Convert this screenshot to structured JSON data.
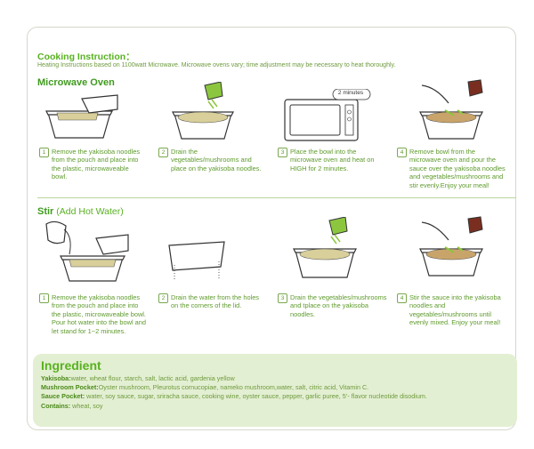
{
  "cooking": {
    "heading": "Cooking Instruction：",
    "subheading": "Heating Instructions based on 1100watt Microwave. Microwave ovens vary; time adjustment may be necessary to heat thoroughly."
  },
  "microwave": {
    "title": "Microwave Oven",
    "timer_label": "2 minutes",
    "steps": [
      {
        "num": "1",
        "text": "Remove the yakisoba noodles from the pouch and place into the plastic, microwaveable bowl."
      },
      {
        "num": "2",
        "text": "Drain the vegetables/mushrooms and place on the yakisoba noodles."
      },
      {
        "num": "3",
        "text": "Place the bowl into the microwave oven and heat on HIGH for 2 minutes."
      },
      {
        "num": "4",
        "text": "Remove bowl from the microwave oven and pour the sauce over the yakisoba noodles and vegetables/mushrooms and stir evenly.Enjoy your meal!"
      }
    ]
  },
  "stir": {
    "title": "Stir",
    "title_paren": " (Add Hot Water)",
    "steps": [
      {
        "num": "1",
        "text": "Remove the yakisoba noodles from the pouch and place into the plastic, microwaveable bowl.  Pour hot water into the bowl and let stand for 1~2 minutes."
      },
      {
        "num": "2",
        "text": "Drain the water from the holes on the corners of the lid."
      },
      {
        "num": "3",
        "text": "Drain the vegetables/mushrooms and tplace on the yakisoba noodles."
      },
      {
        "num": "4",
        "text": "Stir the sauce into the yakisoba noodles and vegetables/mushrooms until evenly mixed. Enjoy your meal!"
      }
    ]
  },
  "ingredient": {
    "title": "Ingredient",
    "lines": [
      {
        "label": "Yakisoba:",
        "text": "water, wheat flour, starch, salt, lactic acid, gardenia yellow"
      },
      {
        "label": "Mushroom Pocket:",
        "text": "Oyster mushroom, Pleurotus cornucopiae, nameko mushroom,water, salt, citric acid, Vitamin C."
      },
      {
        "label": "Sauce Pocket:",
        "text": " water, soy sauce, sugar, sriracha sauce, cooking wine, oyster sauce, pepper, garlic puree, 5’- flavor nucleotide disodium."
      },
      {
        "label": "Contains:",
        "text": " wheat, soy"
      }
    ]
  },
  "colors": {
    "accent": "#58b220",
    "panel": "#e3efd2",
    "text_green": "#5e9a2c"
  }
}
